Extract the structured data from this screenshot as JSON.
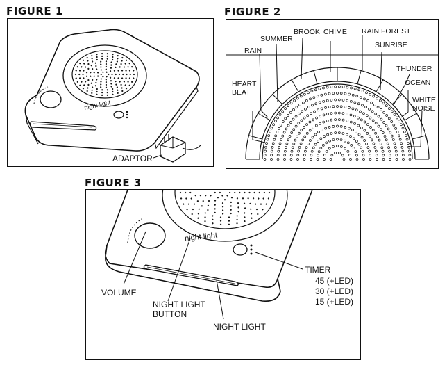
{
  "figure1": {
    "title": "FIGURE 1",
    "device_label": "night light",
    "adaptor_label": "ADAPTOR"
  },
  "figure2": {
    "title": "FIGURE 2",
    "sounds": {
      "rain": "RAIN",
      "summer": "SUMMER",
      "brook": "BROOK",
      "chime": "CHIME",
      "rain_forest": "RAIN FOREST",
      "sunrise": "SUNRISE",
      "thunder": "THUNDER",
      "ocean": "OCEAN",
      "white_noise_line1": "WHITE",
      "white_noise_line2": "NOISE",
      "heart_beat_line1": "HEART",
      "heart_beat_line2": "BEAT"
    }
  },
  "figure3": {
    "title": "FIGURE 3",
    "device_label": "night light",
    "volume": "VOLUME",
    "night_light_button_line1": "NIGHT LIGHT",
    "night_light_button_line2": "BUTTON",
    "night_light": "NIGHT LIGHT",
    "timer": "TIMER",
    "timer_options": [
      "45 (+LED)",
      "30 (+LED)",
      "15 (+LED)"
    ]
  }
}
